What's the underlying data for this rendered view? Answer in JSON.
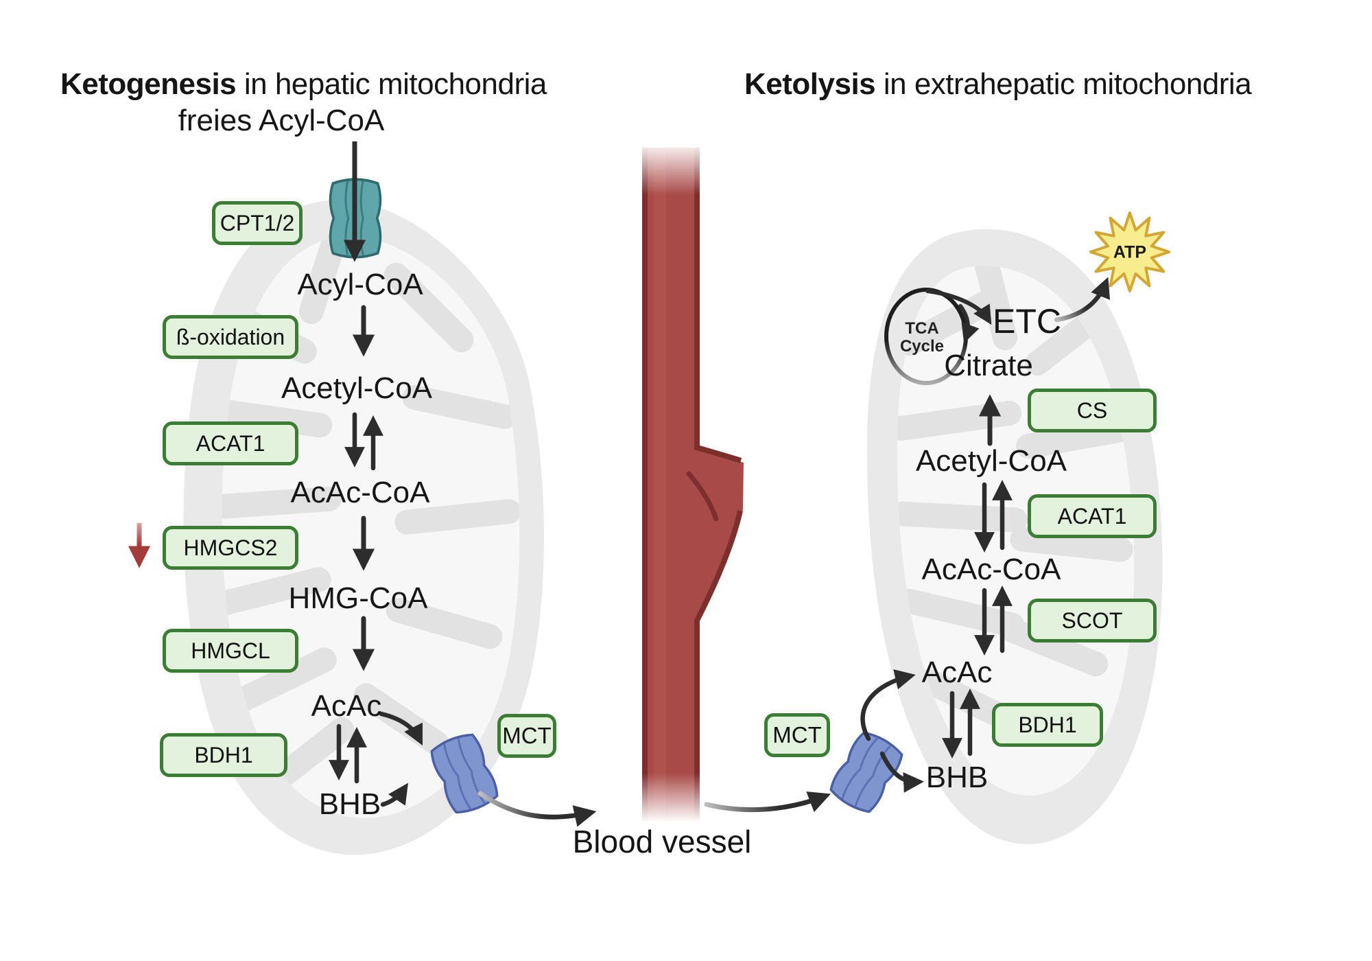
{
  "titles": {
    "left_bold": "Ketogenesis",
    "left_rest": " in hepatic mitochondria",
    "right_bold": "Ketolysis",
    "right_rest": " in extrahepatic mitochondria"
  },
  "ketogenesis": {
    "free_substrate": "freies Acyl-CoA",
    "metabolites": {
      "acyl_coa": "Acyl-CoA",
      "acetyl_coa": "Acetyl-CoA",
      "acac_coa": "AcAc-CoA",
      "hmg_coa": "HMG-CoA",
      "acac": "AcAc",
      "bhb": "BHB"
    },
    "enzymes": {
      "cpt12": "CPT1/2",
      "beta_oxidation": "ß-oxidation",
      "acat1": "ACAT1",
      "hmgcs2": "HMGCS2",
      "hmgcl": "HMGCL",
      "bdh1": "BDH1"
    },
    "transporter_label": "MCT"
  },
  "ketolysis": {
    "metabolites": {
      "bhb": "BHB",
      "acac": "AcAc",
      "acac_coa": "AcAc-CoA",
      "acetyl_coa": "Acetyl-CoA",
      "citrate": "Citrate",
      "etc": "ETC"
    },
    "enzymes": {
      "bdh1": "BDH1",
      "scot": "SCOT",
      "acat1": "ACAT1",
      "cs": "CS"
    },
    "transporter_label": "MCT",
    "tca_cycle_line1": "TCA",
    "tca_cycle_line2": "Cycle",
    "atp_label": "ATP"
  },
  "blood_vessel_label": "Blood vessel",
  "colors": {
    "enzyme_box_fill": "#e2f2dc",
    "enzyme_box_border": "#3c7d35",
    "vessel_fill": "#a84a48",
    "vessel_edge": "#7d2f2d",
    "teal_transporter": "#5fa6ab",
    "blue_transporter": "#7e95d0",
    "atp_star_fill": "#f7ec8e",
    "atp_star_border": "#d2a733",
    "downregulation_arrow": "#a33b3b",
    "arrow": "#2d2d2d",
    "mitochondrion_outer": "#e9e9e9",
    "mitochondrion_inner": "#f7f7f7",
    "cristae": "#e2e2e2"
  }
}
